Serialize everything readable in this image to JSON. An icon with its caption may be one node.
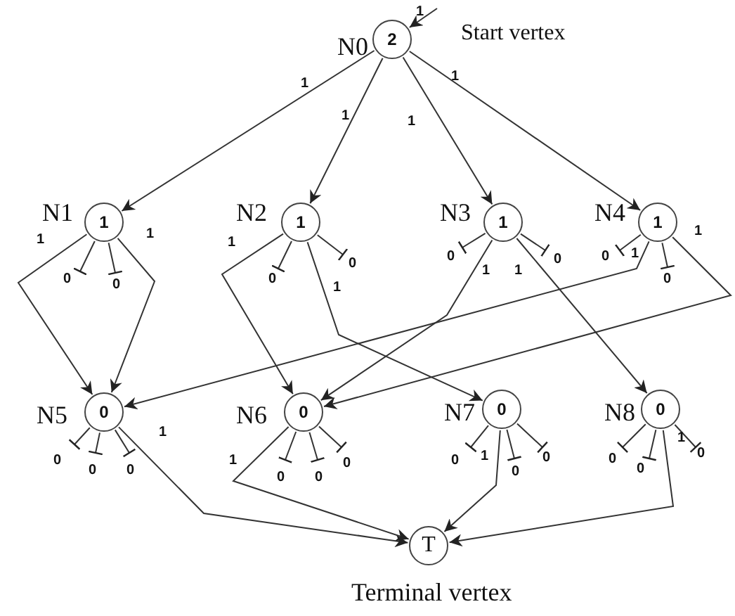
{
  "diagram": {
    "nodes": [
      {
        "text": [
          "2"
        ],
        "beside": [
          "N0"
        ]
      },
      {
        "text": [
          "1"
        ],
        "beside": [
          "N1"
        ]
      },
      {
        "text": [
          "1"
        ],
        "beside": [
          "N2"
        ]
      },
      {
        "text": [
          "1"
        ],
        "beside": [
          "N3"
        ]
      },
      {
        "text": [
          "1"
        ],
        "beside": [
          "N4"
        ]
      },
      {
        "text": [
          "0"
        ],
        "beside": [
          "N5"
        ]
      },
      {
        "text": [
          "0"
        ],
        "beside": [
          "N6"
        ]
      },
      {
        "text": [
          "0"
        ],
        "beside": [
          "N7"
        ]
      },
      {
        "text": [
          "0"
        ],
        "beside": [
          "N8"
        ]
      },
      {
        "text": [
          "T"
        ],
        "beside": [
          "Terminal vertex"
        ]
      }
    ],
    "edges": [
      {
        "from": null,
        "to": 0,
        "arrow": "to",
        "label": "1"
      },
      {
        "from": 0,
        "to": 1,
        "arrow": "to",
        "label": "1"
      },
      {
        "from": 0,
        "to": 2,
        "arrow": "to",
        "label": "1"
      },
      {
        "from": 0,
        "to": 3,
        "arrow": "to",
        "label": "1"
      },
      {
        "from": 0,
        "to": 4,
        "arrow": "to",
        "label": "1"
      },
      {
        "from": 1,
        "to": 5,
        "arrow": "to",
        "label": "1"
      },
      {
        "from": 1,
        "to": 5,
        "arrow": "to",
        "label": "1"
      },
      {
        "from": 1,
        "to": null,
        "arrow": "other",
        "label": "0"
      },
      {
        "from": 1,
        "to": null,
        "arrow": "other",
        "label": "0"
      },
      {
        "from": 2,
        "to": 6,
        "arrow": "to",
        "label": "1"
      },
      {
        "from": 2,
        "to": null,
        "arrow": "other",
        "label": "0"
      },
      {
        "from": 2,
        "to": null,
        "arrow": "other",
        "label": "0"
      },
      {
        "from": 2,
        "to": 7,
        "arrow": "to",
        "label": "1"
      },
      {
        "from": 3,
        "to": null,
        "arrow": "other",
        "label": "0"
      },
      {
        "from": 3,
        "to": null,
        "arrow": "other",
        "label": "0"
      },
      {
        "from": 3,
        "to": 6,
        "arrow": "to",
        "label": "1"
      },
      {
        "from": 3,
        "to": 8,
        "arrow": "to",
        "label": "1"
      },
      {
        "from": 4,
        "to": null,
        "arrow": "other",
        "label": "0"
      },
      {
        "from": 4,
        "to": 5,
        "arrow": "to",
        "label": "1"
      },
      {
        "from": 4,
        "to": null,
        "arrow": "other",
        "label": "0"
      },
      {
        "from": 4,
        "to": 6,
        "arrow": "to",
        "label": "1"
      },
      {
        "from": 5,
        "to": null,
        "arrow": "other",
        "label": "0"
      },
      {
        "from": 5,
        "to": null,
        "arrow": "other",
        "label": "0"
      },
      {
        "from": 5,
        "to": null,
        "arrow": "other",
        "label": "0"
      },
      {
        "from": 5,
        "to": 9,
        "arrow": "to",
        "label": "1"
      },
      {
        "from": 6,
        "to": null,
        "arrow": "other",
        "label": "0"
      },
      {
        "from": 6,
        "to": null,
        "arrow": "other",
        "label": "0"
      },
      {
        "from": 6,
        "to": null,
        "arrow": "other",
        "label": "0"
      },
      {
        "from": 6,
        "to": 9,
        "arrow": "to",
        "label": "1"
      },
      {
        "from": 7,
        "to": null,
        "arrow": "other",
        "label": "0"
      },
      {
        "from": 7,
        "to": null,
        "arrow": "other",
        "label": "0"
      },
      {
        "from": 7,
        "to": null,
        "arrow": "other",
        "label": "0"
      },
      {
        "from": 7,
        "to": 9,
        "arrow": "to",
        "label": "1"
      },
      {
        "from": 8,
        "to": null,
        "arrow": "other",
        "label": "0"
      },
      {
        "from": 8,
        "to": null,
        "arrow": "other",
        "label": "0"
      },
      {
        "from": 8,
        "to": null,
        "arrow": "other",
        "label": "0"
      },
      {
        "from": 8,
        "to": 9,
        "arrow": "to",
        "label": "1"
      }
    ],
    "labels": [
      "Start vertex"
    ]
  }
}
